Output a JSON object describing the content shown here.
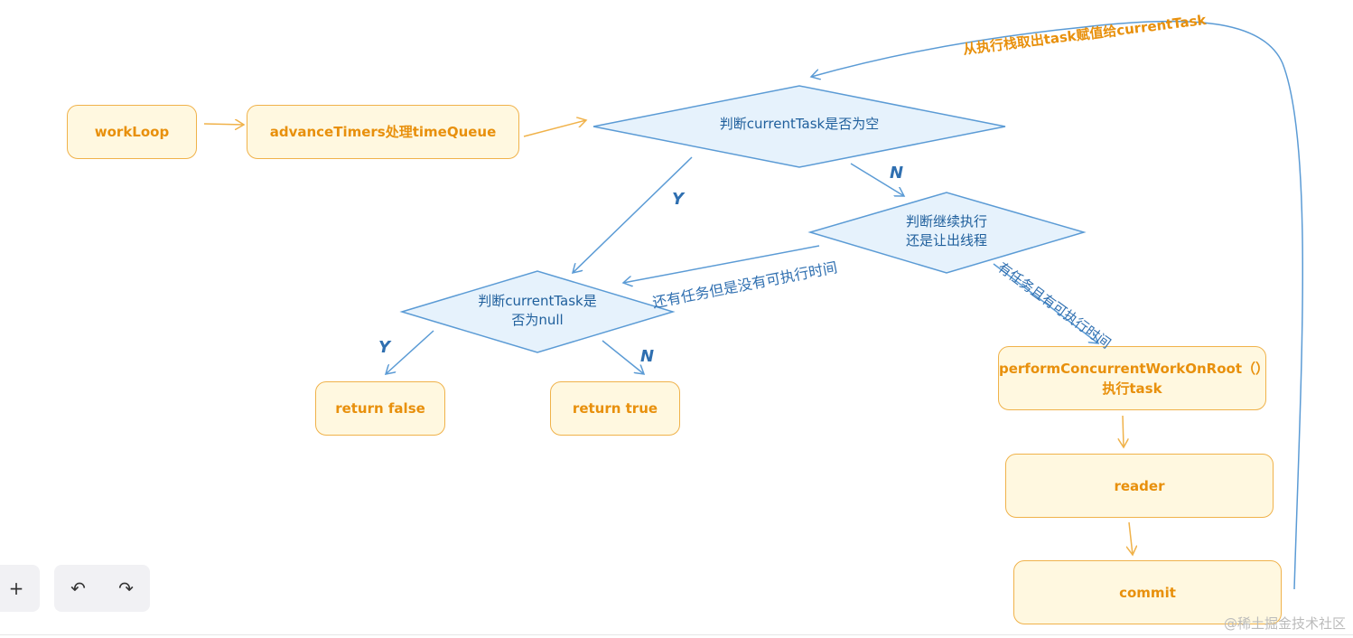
{
  "nodes": {
    "workloop": "workLoop",
    "advance_timers": "advanceTimers处理timeQueue",
    "check_current_task": "判断currentTask是否为空",
    "continue_or_yield": [
      "判断继续执行",
      "还是让出线程"
    ],
    "check_null": [
      "判断currentTask是",
      "否为null"
    ],
    "return_false": "return false",
    "return_true": "return true",
    "perform_work": [
      "performConcurrentWorkOnRoot（）",
      "执行task"
    ],
    "reader": "reader",
    "commit": "commit"
  },
  "labels": {
    "loop_back": "从执行栈取出task赋值给currentTask",
    "has_task_no_time": "还有任务但是没有可执行时间",
    "has_task_and_time": "有任务且有可执行时间",
    "y1": "Y",
    "n1": "N",
    "y2": "Y",
    "n2": "N"
  },
  "toolbar": {
    "add": "+",
    "undo": "↶",
    "redo": "↷"
  },
  "watermark": "@稀土掘金技术社区",
  "colors": {
    "orange_stroke": "#f0b24a",
    "orange_fill": "#fff8e0",
    "orange_text": "#e8900c",
    "blue_stroke": "#5b9bd5",
    "blue_fill": "#e6f2fc",
    "blue_text": "#1f5f9c"
  }
}
